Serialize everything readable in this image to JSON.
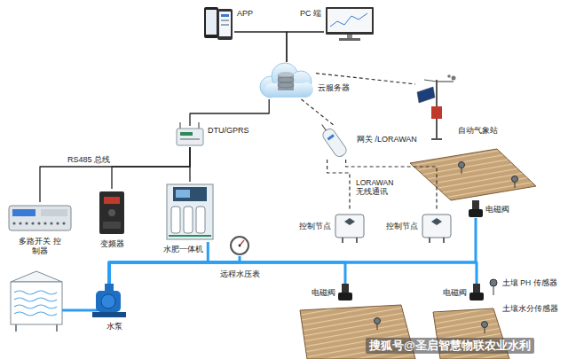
{
  "diagram": {
    "nodes": [
      {
        "text": [
          "APP"
        ]
      },
      {
        "text": [
          "PC 端"
        ]
      },
      {
        "text": [
          "云服务器"
        ]
      },
      {
        "text": [
          "自动气象站"
        ]
      },
      {
        "text": [
          "DTU/GPRS"
        ]
      },
      {
        "text": [
          "网关 /LORAWAN"
        ]
      },
      {
        "text": [
          "多路开关 控制器"
        ]
      },
      {
        "text": [
          "变频器"
        ]
      },
      {
        "text": [
          "水肥一体机"
        ]
      },
      {
        "text": [
          "控制节点"
        ]
      },
      {
        "text": [
          "控制节点"
        ]
      },
      {
        "text": [
          "远程水压表"
        ]
      },
      {
        "text": [
          "水泵"
        ]
      },
      {
        "text": [
          "电磁阀"
        ]
      },
      {
        "text": [
          "电磁阀"
        ]
      },
      {
        "text": [
          "电磁阀"
        ]
      }
    ],
    "edges": [
      {
        "from": 0,
        "to": 2,
        "arrow": "none"
      },
      {
        "from": 1,
        "to": 2,
        "arrow": "none"
      },
      {
        "from": 2,
        "to": 3,
        "arrow": "none"
      },
      {
        "from": 2,
        "to": 4,
        "arrow": "none"
      },
      {
        "from": 2,
        "to": 5,
        "arrow": "none"
      },
      {
        "from": 5,
        "to": 9,
        "label": "LORAWAN 无线通讯",
        "arrow": "none"
      },
      {
        "from": 5,
        "to": 10,
        "arrow": "none"
      },
      {
        "from": 4,
        "to": 6,
        "label": "RS485 总线",
        "arrow": "none"
      },
      {
        "from": 4,
        "to": 7,
        "arrow": "none"
      },
      {
        "from": 4,
        "to": 8,
        "arrow": "none"
      },
      {
        "from": 12,
        "to": 8,
        "arrow": "none"
      },
      {
        "from": 12,
        "to": 11,
        "arrow": "none"
      },
      {
        "from": 12,
        "to": 13,
        "arrow": "none"
      },
      {
        "from": 12,
        "to": 14,
        "arrow": "none"
      },
      {
        "from": 12,
        "to": 15,
        "arrow": "none"
      }
    ],
    "labels": [
      "土壤 PH 传感器",
      "土壤水分传感器",
      "搜狐号@圣启智慧物联农业水利"
    ]
  }
}
